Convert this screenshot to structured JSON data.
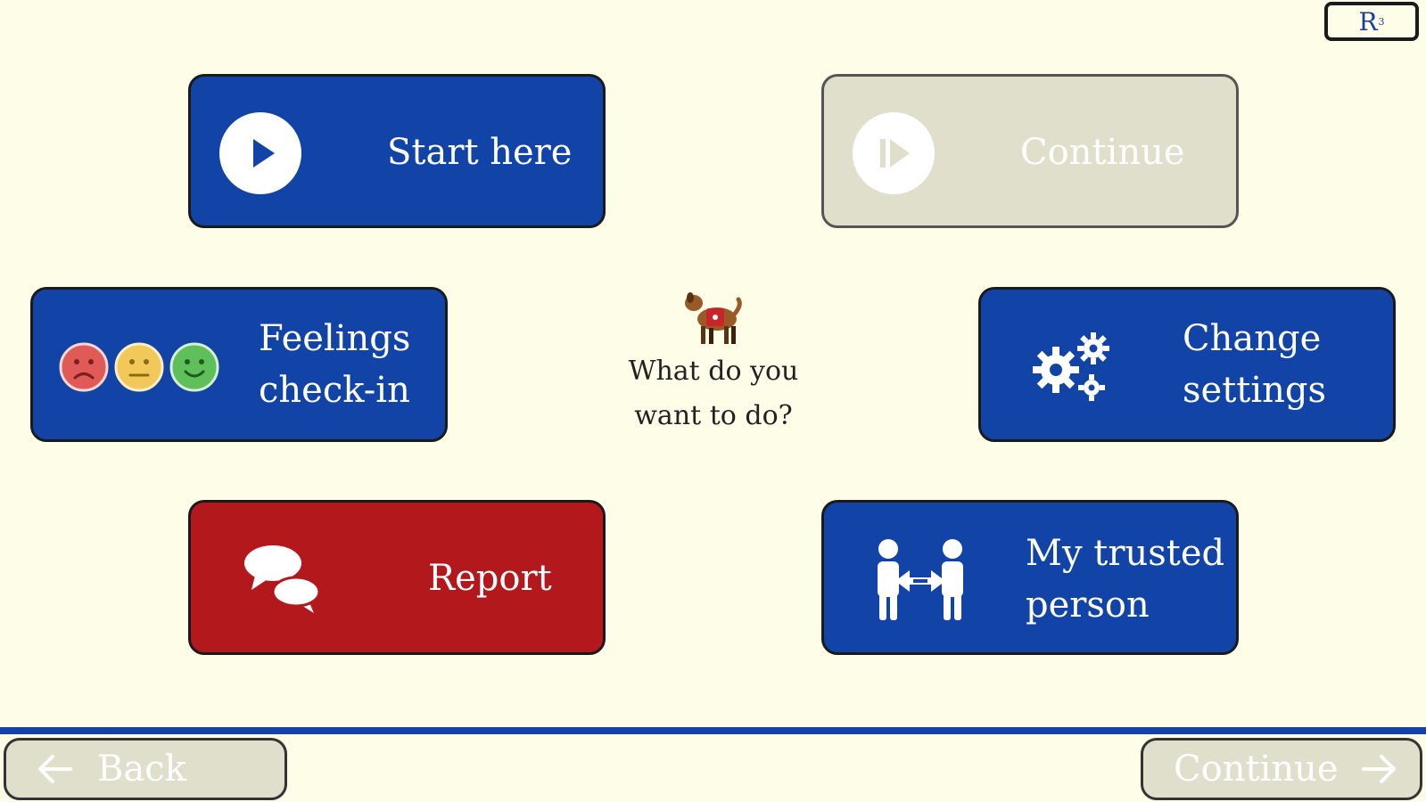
{
  "badge": {
    "label": "R",
    "superscript": "3"
  },
  "tiles": {
    "start": {
      "label_lines": [
        "Start here"
      ]
    },
    "continue": {
      "label_lines": [
        "Continue"
      ]
    },
    "feelings": {
      "label_lines": [
        "Feelings",
        "check-in"
      ]
    },
    "settings": {
      "label_lines": [
        "Change",
        "settings"
      ]
    },
    "report": {
      "label_lines": [
        "Report"
      ]
    },
    "trusted": {
      "label_lines": [
        "My trusted",
        "person"
      ]
    }
  },
  "center": {
    "question_lines": [
      "What do you",
      "want to do?"
    ]
  },
  "nav": {
    "back_label": "Back",
    "continue_label": "Continue"
  },
  "colors": {
    "background": "#fefde8",
    "primary_blue": "#1244a8",
    "report_red": "#b3191c",
    "disabled_gray": "#e0dfcc",
    "face_sad": "#e05a57",
    "face_neutral": "#f3c85a",
    "face_happy": "#5fbf5a"
  }
}
